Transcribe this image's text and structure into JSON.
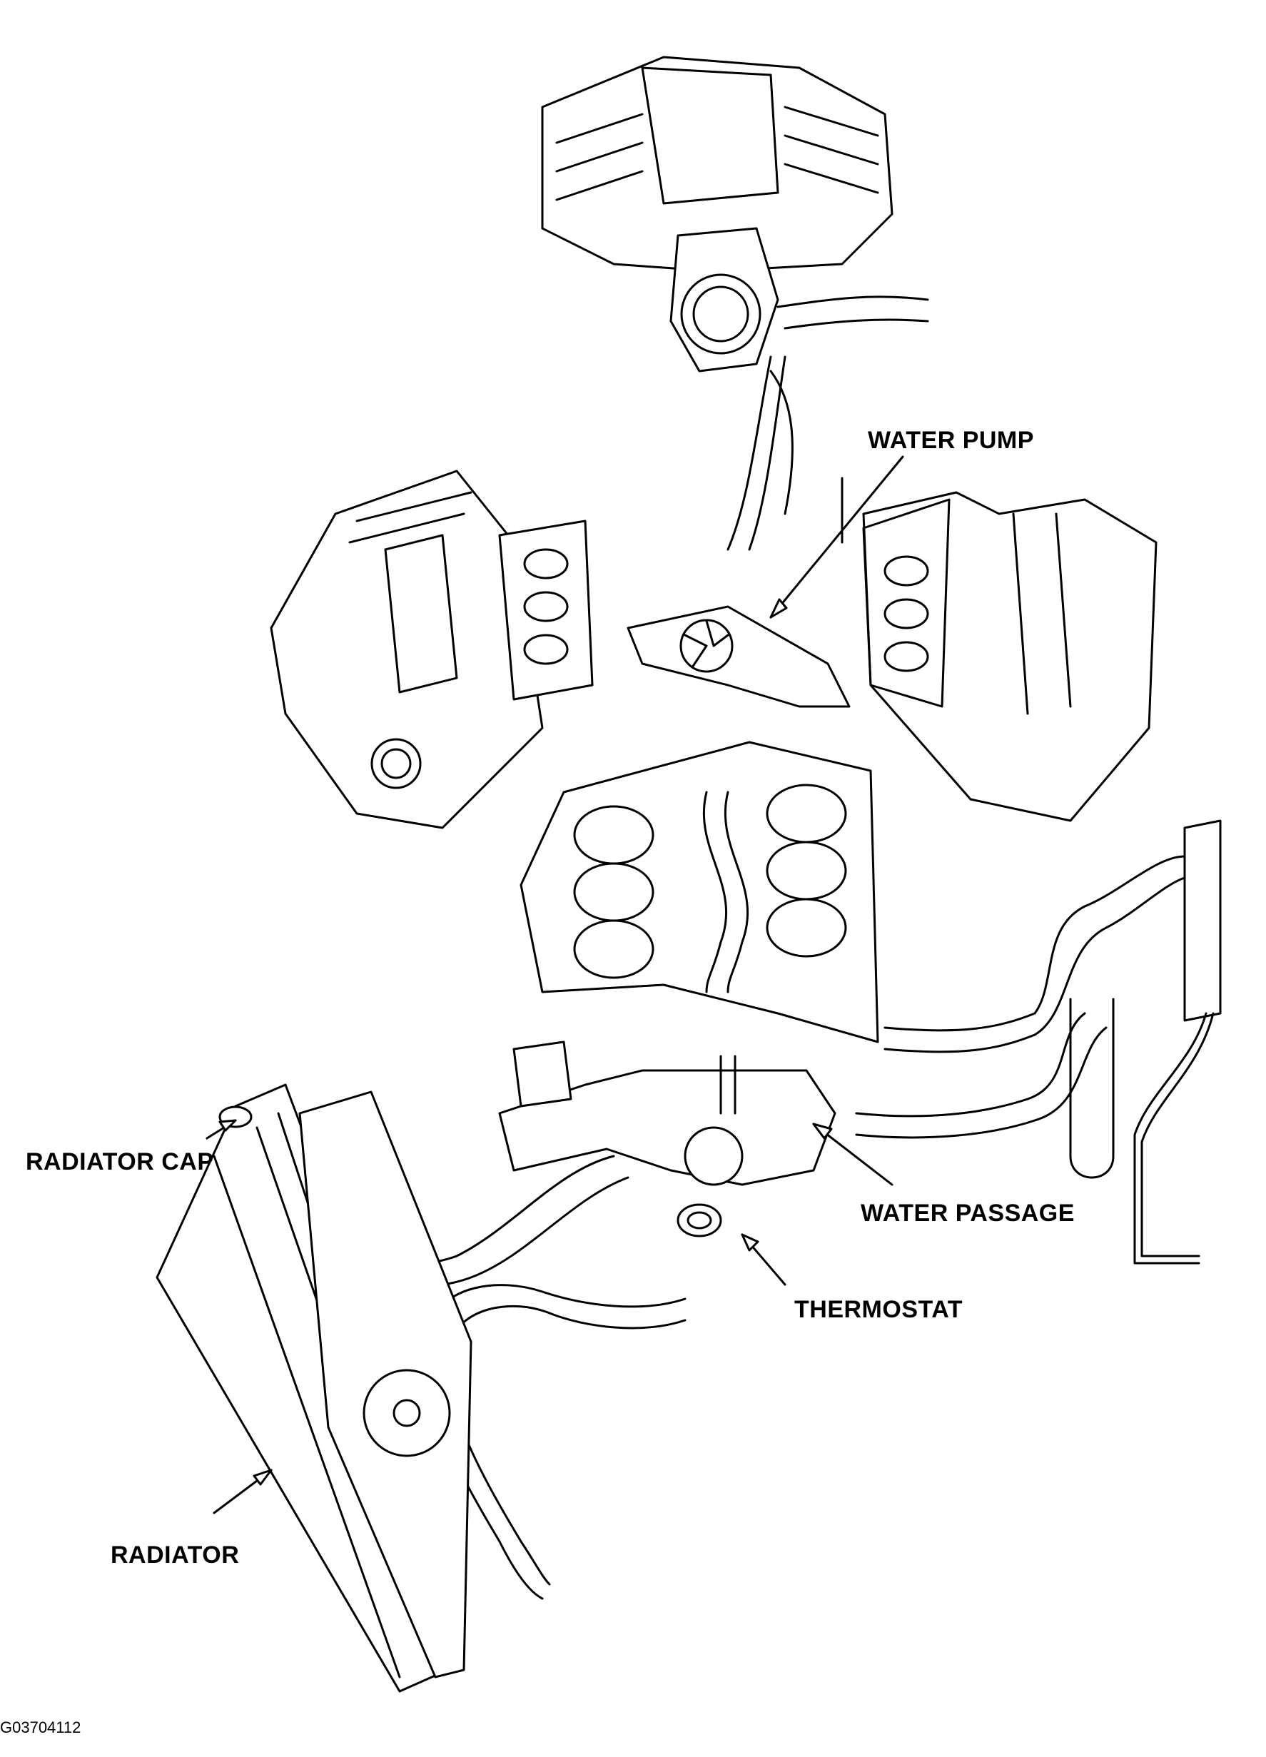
{
  "labels": {
    "water_pump": "WATER PUMP",
    "radiator_cap": "RADIATOR CAP",
    "water_passage": "WATER PASSAGE",
    "thermostat": "THERMOSTAT",
    "radiator": "RADIATOR"
  },
  "figure_id": "G03704112",
  "colors": {
    "ink": "#000000",
    "paper": "#ffffff"
  }
}
